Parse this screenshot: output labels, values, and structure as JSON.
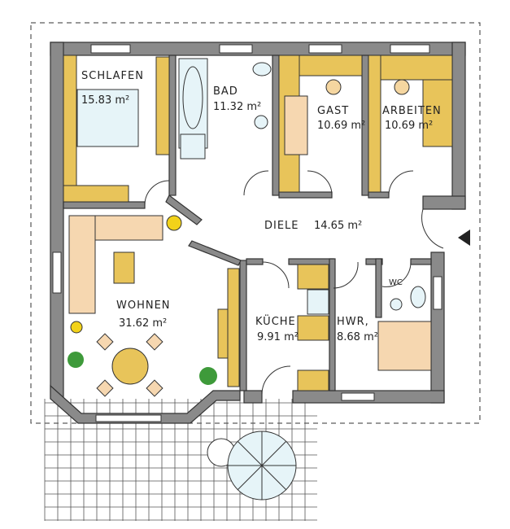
{
  "rooms": {
    "schlafen": {
      "name": "SCHLAFEN",
      "area": "15.83 m²"
    },
    "bad": {
      "name": "BAD",
      "area": "11.32 m²"
    },
    "gast": {
      "name": "GAST",
      "area": "10.69 m²"
    },
    "arbeiten": {
      "name": "ARBEITEN",
      "area": "10.69 m²"
    },
    "diele": {
      "name": "DIELE",
      "area": "14.65 m²"
    },
    "wohnen": {
      "name": "WOHNEN",
      "area": "31.62 m²"
    },
    "kueche": {
      "name": "KÜCHE",
      "area": "9.91 m²"
    },
    "hwr": {
      "name": "HWR,",
      "area": "8.68 m²"
    },
    "wc": {
      "name": "WC"
    }
  },
  "colors": {
    "wall": "#8a8a8a",
    "furniture": "#e8c45a",
    "sofa": "#f6d7b0",
    "sanitary": "#e6f4f8"
  },
  "icons": [
    "entrance-arrow-icon",
    "plant-icon",
    "umbrella-icon",
    "lamp-icon"
  ]
}
